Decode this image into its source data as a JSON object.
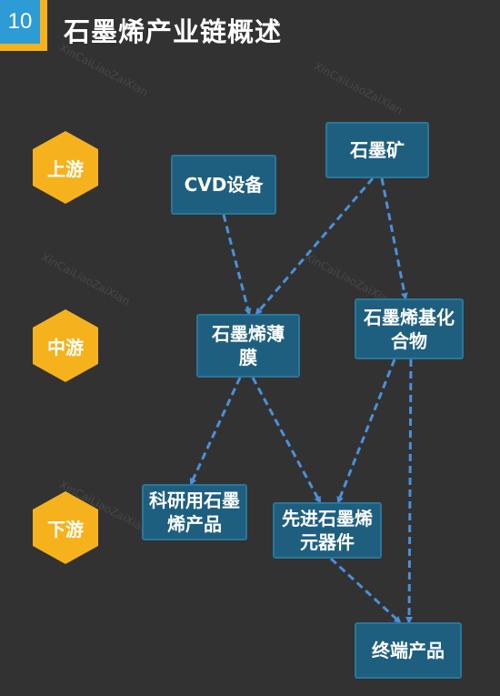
{
  "header": {
    "number": "10",
    "title": "石墨烯产业链概述"
  },
  "stages": [
    {
      "label": "上游"
    },
    {
      "label": "中游"
    },
    {
      "label": "下游"
    }
  ],
  "nodes": {
    "cvd": "CVD设备",
    "graphite": "石墨矿",
    "film": "石墨烯薄膜",
    "compound": "石墨烯基化合物",
    "research": "科研用石墨烯产品",
    "devices": "先进石墨烯元器件",
    "terminal": "终端产品"
  },
  "colors": {
    "background": "#323232",
    "node_fill": "#1e5f7f",
    "hexagon": "#f6b21c",
    "arrow": "#4a90d9",
    "badge": "#2d9bd6"
  }
}
